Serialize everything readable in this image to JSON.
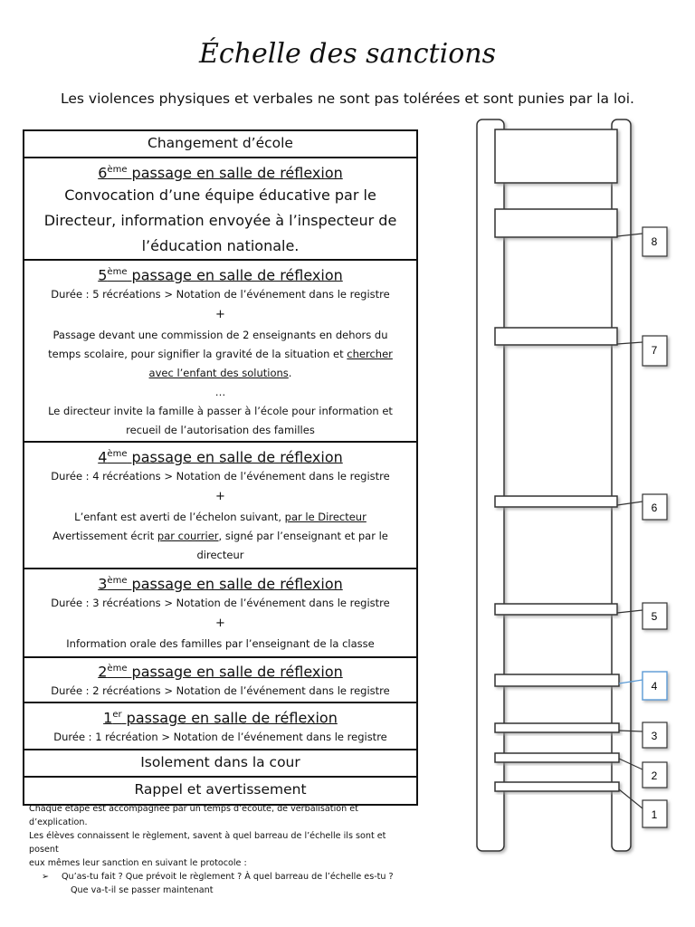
{
  "title": "Échelle des sanctions",
  "subtitle": "Les violences physiques et verbales ne sont pas tolérées et sont punies par la loi.",
  "rows": {
    "change_school": "Changement d’école",
    "p6": {
      "num": "6",
      "sup": "ème",
      "head": " passage en salle de réflexion",
      "l1": "Convocation d’une équipe éducative par le",
      "l2": "Directeur, information envoyée à l’inspecteur de",
      "l3": "l’éducation nationale."
    },
    "p5": {
      "num": "5",
      "sup": "ème",
      "head": " passage en  salle de réflexion",
      "duration": "Durée : 5 récréations > Notation de l’événement dans le registre",
      "plus": "+",
      "c1": "Passage devant une commission de 2 enseignants  en dehors du",
      "c2a": "temps scolaire, pour  signifier la gravité de la situation et ",
      "c2b": "chercher",
      "c3": "avec l’enfant des solutions",
      "c3end": ".",
      "dots": "…",
      "d1": "Le directeur invite la famille à passer à l’école pour information et",
      "d2": "recueil de l’autorisation des familles"
    },
    "p4": {
      "num": "4",
      "sup": "ème",
      "head": " passage en  salle de réflexion",
      "duration": "Durée : 4 récréations > Notation de l’événement dans le registre",
      "plus": "+",
      "a1a": "L’enfant est averti de l’échelon suivant, ",
      "a1b": "par le Directeur",
      "a2a": "Avertissement écrit ",
      "a2b": "par courrier",
      "a2c": ", signé par l’enseignant et par le",
      "a3": "directeur"
    },
    "p3": {
      "num": "3",
      "sup": "ème",
      "head": "  passage en  salle de réflexion",
      "duration": "Durée : 3 récréations > Notation de l’événement dans le registre",
      "plus": "+",
      "info": "Information orale des familles par l’enseignant de la classe"
    },
    "p2": {
      "num": "2",
      "sup": "ème",
      "head": " passage en salle de réflexion",
      "duration": "Durée : 2 récréations > Notation de l’événement dans le registre"
    },
    "p1": {
      "num": "1",
      "sup": "er",
      "head": " passage en salle de réflexion",
      "duration": "Durée : 1 récréation > Notation de l’événement dans le registre"
    },
    "isolement": "Isolement dans la cour",
    "rappel": "Rappel et avertissement"
  },
  "footer": {
    "l1": "Chaque étape est accompagnée par un temps d’écoute, de verbalisation et d’explication.",
    "l2": "Les élèves connaissent le règlement, savent à quel barreau de l’échelle ils sont  et posent",
    "l3": "eux mêmes leur sanction en suivant le protocole :",
    "bullet_mark": "➢",
    "b1": "Qu’as-tu fait ? Que prévoit le règlement ? À quel barreau de l’échelle es-tu ?",
    "b2": "Que va-t-il se passer  maintenant"
  },
  "ladder_labels": [
    "1",
    "2",
    "3",
    "4",
    "5",
    "6",
    "7",
    "8"
  ],
  "highlight_color": "#5b9bd5"
}
